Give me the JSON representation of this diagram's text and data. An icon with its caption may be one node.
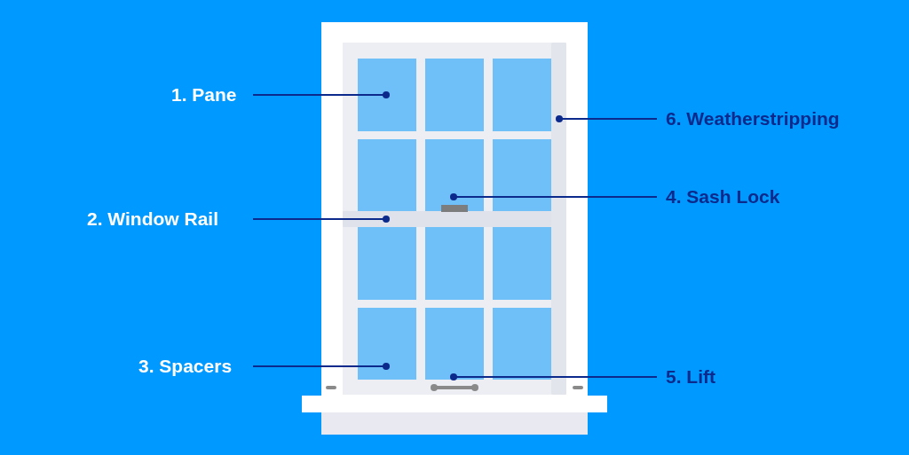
{
  "diagram": {
    "nodes": [
      {
        "text": [
          "1. Pane"
        ]
      },
      {
        "text": [
          "2. Window Rail"
        ]
      },
      {
        "text": [
          "3. Spacers"
        ]
      },
      {
        "text": [
          "4. Sash Lock"
        ]
      },
      {
        "text": [
          "5. Lift"
        ]
      },
      {
        "text": [
          "6. Weatherstripping"
        ]
      },
      {
        "text": [],
        "shape": "box"
      },
      {
        "text": [],
        "shape": "bar"
      },
      {
        "text": [],
        "shape": "box"
      },
      {
        "text": [],
        "shape": "box"
      },
      {
        "text": [],
        "shape": "box"
      },
      {
        "text": [],
        "shape": "bar"
      }
    ],
    "edges": [
      {
        "from": 0,
        "to": 6,
        "arrow": "other"
      },
      {
        "from": 1,
        "to": 7,
        "arrow": "other"
      },
      {
        "from": 2,
        "to": 8,
        "arrow": "other"
      },
      {
        "from": 3,
        "to": 9,
        "arrow": "other"
      },
      {
        "from": 4,
        "to": 10,
        "arrow": "other"
      },
      {
        "from": 5,
        "to": 11,
        "arrow": "other"
      }
    ]
  }
}
